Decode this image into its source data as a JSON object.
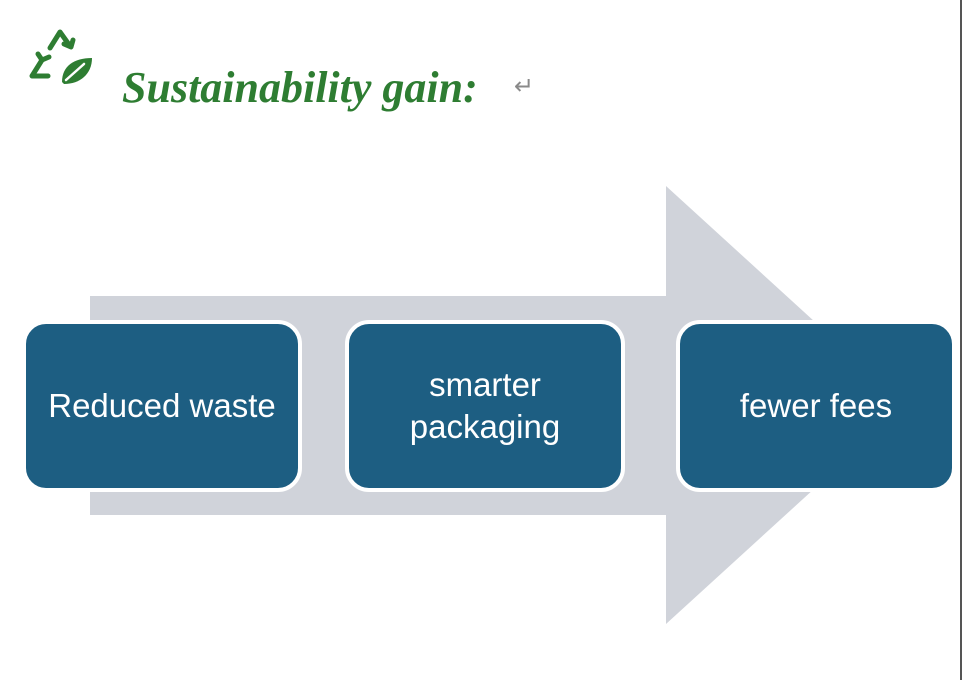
{
  "header": {
    "icon": "recycle-leaf-icon",
    "title": "Sustainability gain:",
    "paragraph_mark": "↵"
  },
  "process": {
    "steps": [
      {
        "label": "Reduced waste"
      },
      {
        "label": "smarter packaging"
      },
      {
        "label": "fewer fees"
      }
    ]
  },
  "colors": {
    "title_green": "#2e7d32",
    "box_fill": "#1d5e82",
    "arrow_fill": "#d0d3da",
    "box_text": "#ffffff"
  }
}
